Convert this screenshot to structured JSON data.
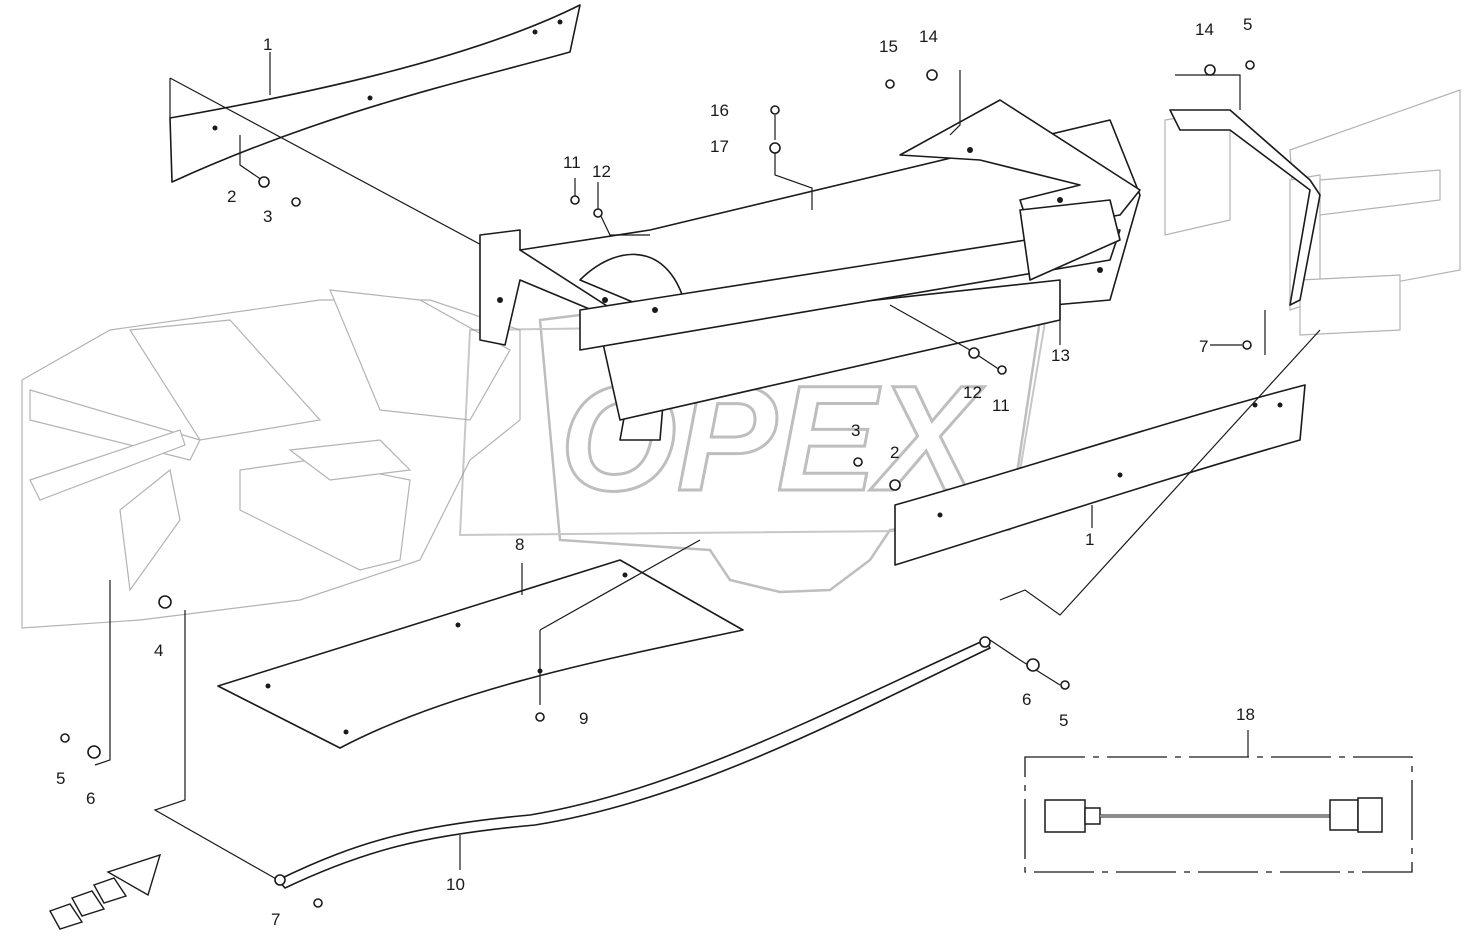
{
  "diagram": {
    "watermark": "OPEX",
    "callouts": [
      {
        "id": "c1a",
        "text": "1"
      },
      {
        "id": "c1b",
        "text": "1"
      },
      {
        "id": "c2a",
        "text": "2"
      },
      {
        "id": "c2b",
        "text": "2"
      },
      {
        "id": "c3a",
        "text": "3"
      },
      {
        "id": "c3b",
        "text": "3"
      },
      {
        "id": "c4",
        "text": "4"
      },
      {
        "id": "c5a",
        "text": "5"
      },
      {
        "id": "c5b",
        "text": "5"
      },
      {
        "id": "c5c",
        "text": "5"
      },
      {
        "id": "c6a",
        "text": "6"
      },
      {
        "id": "c6b",
        "text": "6"
      },
      {
        "id": "c7a",
        "text": "7"
      },
      {
        "id": "c7b",
        "text": "7"
      },
      {
        "id": "c8",
        "text": "8"
      },
      {
        "id": "c9",
        "text": "9"
      },
      {
        "id": "c10",
        "text": "10"
      },
      {
        "id": "c11a",
        "text": "11"
      },
      {
        "id": "c11b",
        "text": "11"
      },
      {
        "id": "c12a",
        "text": "12"
      },
      {
        "id": "c12b",
        "text": "12"
      },
      {
        "id": "c13",
        "text": "13"
      },
      {
        "id": "c14a",
        "text": "14"
      },
      {
        "id": "c14b",
        "text": "14"
      },
      {
        "id": "c15",
        "text": "15"
      },
      {
        "id": "c16",
        "text": "16"
      },
      {
        "id": "c17",
        "text": "17"
      },
      {
        "id": "c18",
        "text": "18"
      }
    ],
    "colors": {
      "ink": "#1a1a1a",
      "ghost": "#b3b3b3",
      "watermark": "#cfcfcf"
    }
  }
}
